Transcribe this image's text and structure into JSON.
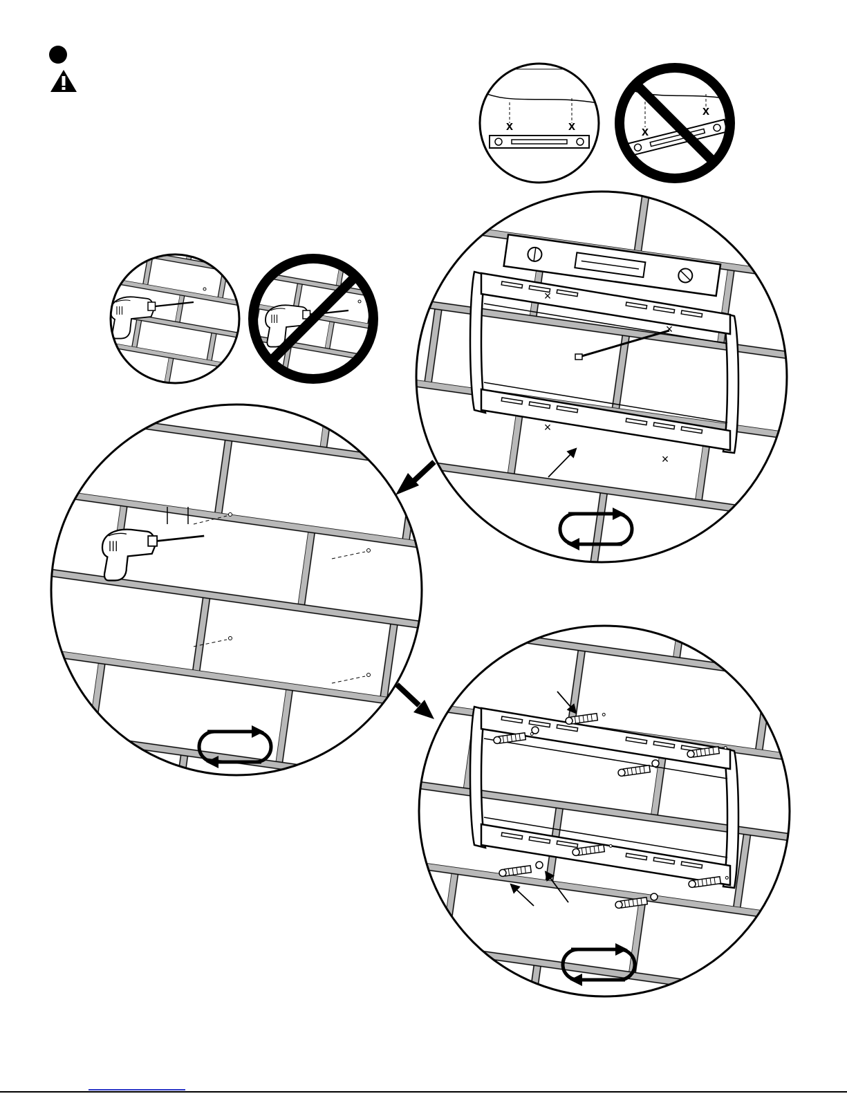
{
  "page": {
    "step_marker_icon": "filled-circle-bullet",
    "warning_icon": "warning-triangle-icon",
    "link_color": "#2a36c8"
  },
  "illustrations": {
    "level_correct": "level-aligned-marks",
    "level_incorrect": "level-tilted-prohibited",
    "drill_correct": "drill-into-block",
    "drill_incorrect": "drill-into-mortar-prohibited",
    "mount_on_wall": "wall-plate-with-level",
    "drill_holes": "drilling-pilot-holes",
    "anchors_installed": "wall-plate-with-anchors-and-bolts",
    "repeat_icon": "repeat-arrows-icon"
  }
}
